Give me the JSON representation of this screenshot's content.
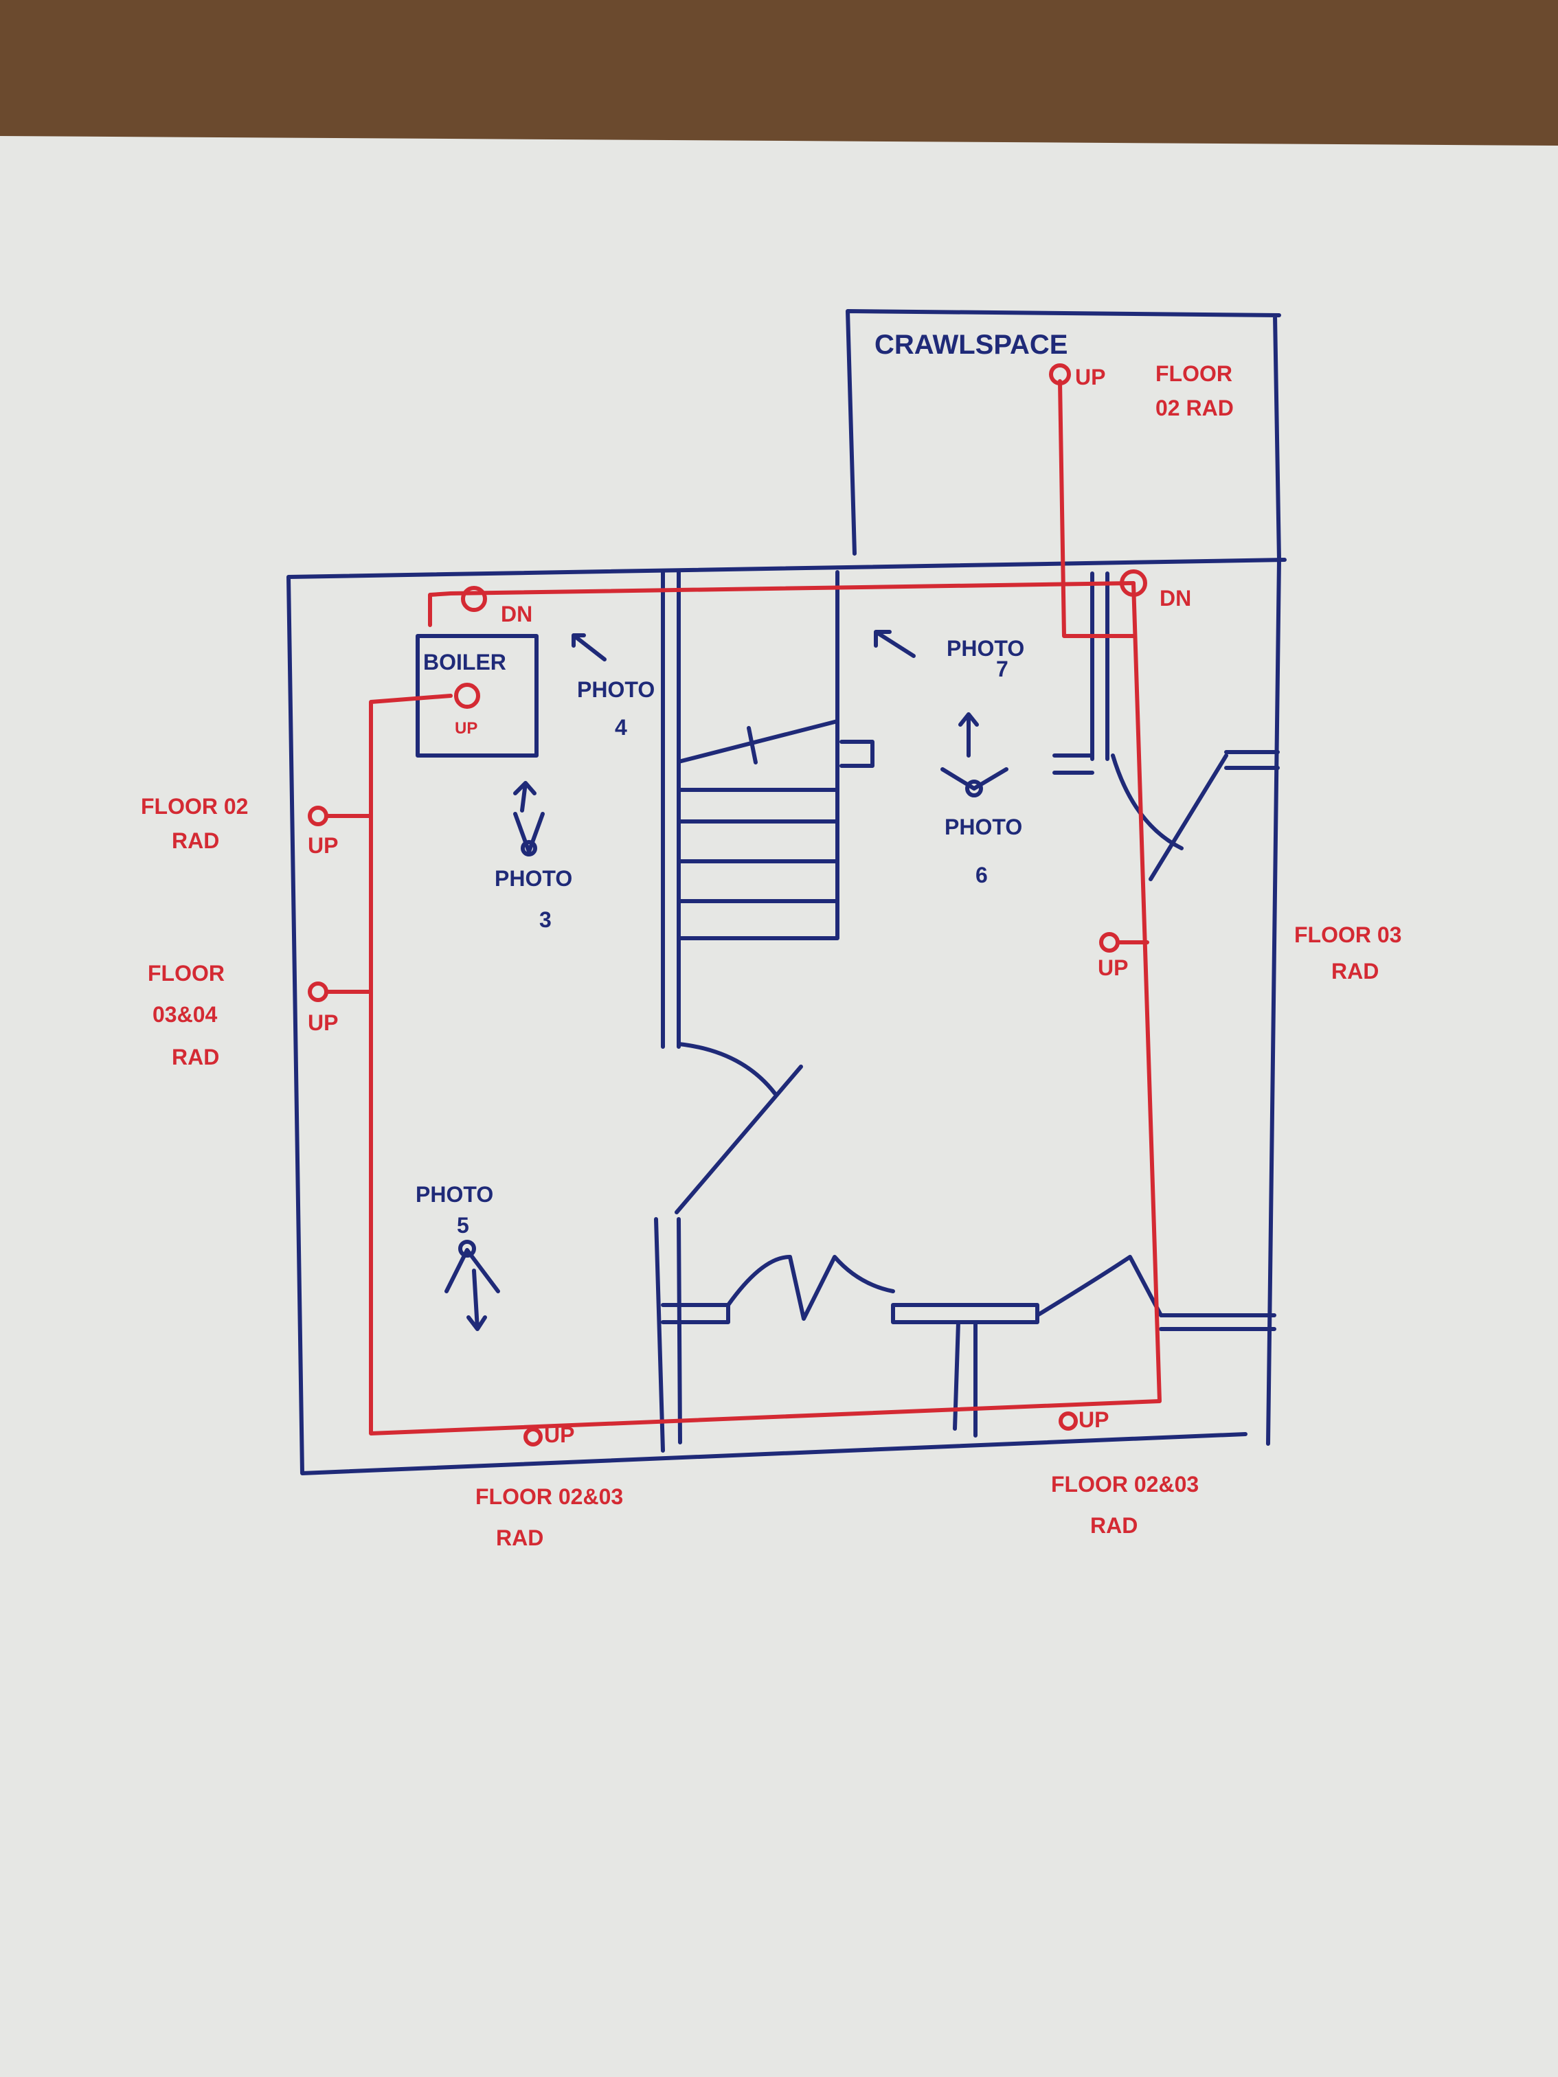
{
  "colors": {
    "wood": "#6b4a2e",
    "paper": "#e6e7e4",
    "blue_ink": "#1f2a78",
    "red_ink": "#d42a33"
  },
  "rooms": {
    "crawlspace": "CRAWLSPACE",
    "boiler": "BOILER"
  },
  "markers": {
    "crawl_up": "UP",
    "dn_boiler": "DN",
    "dn_right": "DN",
    "boiler_up": "UP",
    "left_up_1": "UP",
    "left_up_2": "UP",
    "right_up": "UP",
    "bottom_up_left": "UP",
    "bottom_up_right": "UP"
  },
  "radiator_labels": {
    "crawl": [
      "FLOOR",
      "02 RAD"
    ],
    "left_top": [
      "FLOOR 02",
      "RAD"
    ],
    "left_bottom": [
      "FLOOR",
      "03&04",
      "RAD"
    ],
    "right": [
      "FLOOR 03",
      "RAD"
    ],
    "bottom_left": [
      "FLOOR 02&03",
      "RAD"
    ],
    "bottom_right": [
      "FLOOR 02&03",
      "RAD"
    ]
  },
  "photos": {
    "p3": [
      "PHOTO",
      "3"
    ],
    "p4": [
      "PHOTO",
      "4"
    ],
    "p5": [
      "PHOTO",
      "5"
    ],
    "p6": [
      "PHOTO",
      "6"
    ],
    "p7": [
      "PHOTO",
      "7"
    ]
  }
}
